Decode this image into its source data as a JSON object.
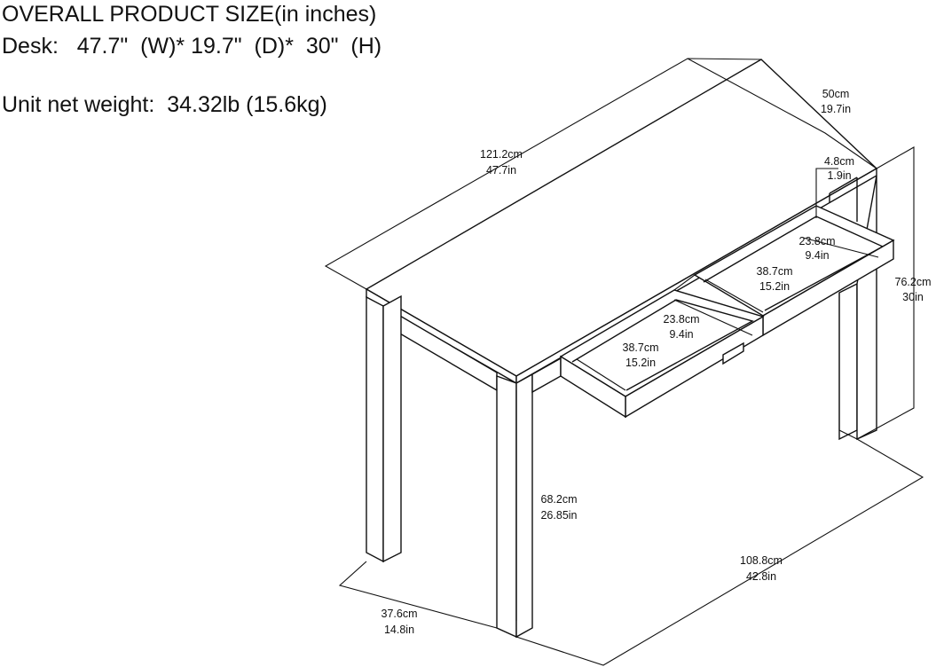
{
  "header": {
    "title": "OVERALL PRODUCT SIZE(in inches)",
    "desk": "Desk:   47.7\"  (W)* 19.7\"  (D)*  30\"  (H)",
    "weight": "Unit net weight:  34.32lb (15.6kg)"
  },
  "dimensions": {
    "top_width": {
      "cm": "121.2cm",
      "in": "47.7in"
    },
    "top_depth": {
      "cm": "50cm",
      "in": "19.7in"
    },
    "drawer_front": {
      "cm": "4.8cm",
      "in": "1.9in"
    },
    "drawer_right_depth": {
      "cm": "23.8cm",
      "in": "9.4in"
    },
    "drawer_right_width": {
      "cm": "38.7cm",
      "in": "15.2in"
    },
    "drawer_left_depth": {
      "cm": "23.8cm",
      "in": "9.4in"
    },
    "drawer_left_width": {
      "cm": "38.7cm",
      "in": "15.2in"
    },
    "total_height": {
      "cm": "76.2cm",
      "in": "30in"
    },
    "leg_clearance": {
      "cm": "68.2cm",
      "in": "26.85in"
    },
    "base_width": {
      "cm": "108.8cm",
      "in": "42.8in"
    },
    "base_depth": {
      "cm": "37.6cm",
      "in": "14.8in"
    }
  },
  "colors": {
    "line": "#111111",
    "background": "#ffffff"
  }
}
